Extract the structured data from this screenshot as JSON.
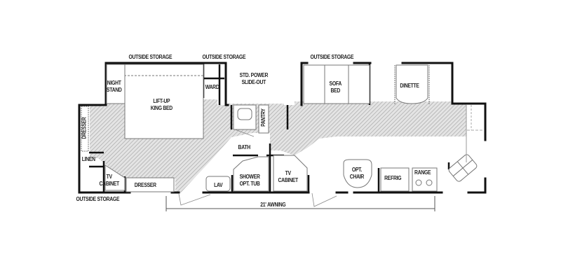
{
  "floorplan": {
    "labels": {
      "outside_storage_top_left": "OUTSIDE STORAGE",
      "outside_storage_top_mid": "OUTSIDE STORAGE",
      "outside_storage_top_right": "OUTSIDE STORAGE",
      "outside_storage_bottom": "OUTSIDE STORAGE",
      "night_stand": "NIGHT\nSTAND",
      "king_bed": "LIFT-UP\nKING BED",
      "ward": "WARD",
      "slide_out": "STD. POWER\nSLIDE-OUT",
      "sofa_bed": "SOFA\nBED",
      "dinette": "DINETTE",
      "pantry": "PANTRY",
      "dresser_side": "DRESSER",
      "linen": "LINEN",
      "tv_cabinet_left": "TV\nCABINET",
      "dresser_bottom": "DRESSER",
      "bath": "BATH",
      "lav": "LAV",
      "shower": "SHOWER\nOPT. TUB",
      "tv_cabinet_center": "TV\nCABINET",
      "opt_chair": "OPT.\nCHAIR",
      "refrig": "REFRIG",
      "range": "RANGE",
      "awning": "21' AWNING"
    },
    "colors": {
      "wall": "#111111",
      "line": "#999999",
      "hatch": "#b8b8b8",
      "background": "#ffffff"
    }
  }
}
